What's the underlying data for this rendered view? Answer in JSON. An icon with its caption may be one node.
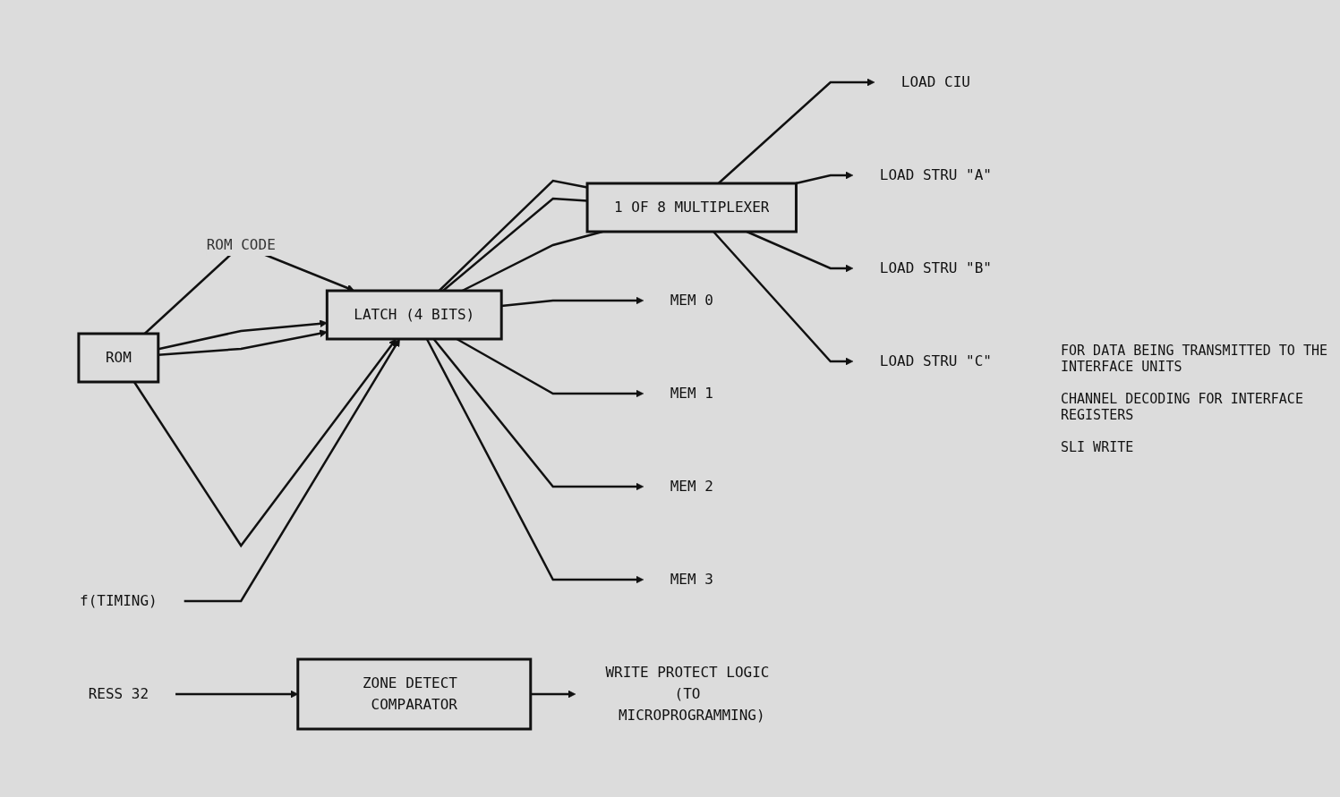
{
  "diagram": {
    "nodes": [
      {
        "text": [
          "ROM"
        ]
      },
      {
        "text": [
          "LATCH (4 BITS)"
        ]
      },
      {
        "text": [
          "1 OF 8 MULTIPLEXER"
        ]
      },
      {
        "text": [
          "LOAD CIU"
        ]
      },
      {
        "text": [
          "LOAD STRU \"A\""
        ]
      },
      {
        "text": [
          "LOAD STRU \"B\""
        ]
      },
      {
        "text": [
          "LOAD STRU \"C\""
        ]
      },
      {
        "text": [
          "MEM 0"
        ]
      },
      {
        "text": [
          "MEM 1"
        ]
      },
      {
        "text": [
          "MEM 2"
        ]
      },
      {
        "text": [
          "MEM 3"
        ]
      },
      {
        "text": [
          "f(TIMING)"
        ]
      },
      {
        "text": [
          "ZONE DETECT COMPARATOR"
        ]
      },
      {
        "text": [
          "WRITE PROTECT LOGIC (TO MICROPROGRAMMING)"
        ]
      },
      {
        "text": [
          "RESS 32"
        ]
      }
    ],
    "edges": [
      {
        "from": 0,
        "to": 1,
        "arrow": "to",
        "label": "ROM CODE"
      },
      {
        "from": 0,
        "to": 1,
        "arrow": "to"
      },
      {
        "from": 0,
        "to": 1,
        "arrow": "to"
      },
      {
        "from": 0,
        "to": 1,
        "arrow": "to"
      },
      {
        "from": 1,
        "to": 7,
        "arrow": "to"
      },
      {
        "from": 1,
        "to": 8,
        "arrow": "to"
      },
      {
        "from": 1,
        "to": 9,
        "arrow": "to"
      },
      {
        "from": 1,
        "to": 10,
        "arrow": "to"
      },
      {
        "from": 1,
        "to": 2,
        "arrow": "none"
      },
      {
        "from": 1,
        "to": 2,
        "arrow": "none"
      },
      {
        "from": 1,
        "to": 2,
        "arrow": "none"
      },
      {
        "from": 2,
        "to": 3,
        "arrow": "to"
      },
      {
        "from": 2,
        "to": 4,
        "arrow": "to"
      },
      {
        "from": 2,
        "to": 5,
        "arrow": "to"
      },
      {
        "from": 2,
        "to": 6,
        "arrow": "to"
      },
      {
        "from": 11,
        "to": 1,
        "arrow": "to"
      },
      {
        "from": 12,
        "to": 13,
        "arrow": "to"
      },
      {
        "from": 14,
        "to": 12,
        "arrow": "to"
      }
    ],
    "labels": [
      "FOR DATA BEING TRANSMITTED TO THE INTERFACE UNITS",
      "CHANNEL DECODING FOR INTERFACE REGISTERS",
      "SLI WRITE"
    ]
  }
}
